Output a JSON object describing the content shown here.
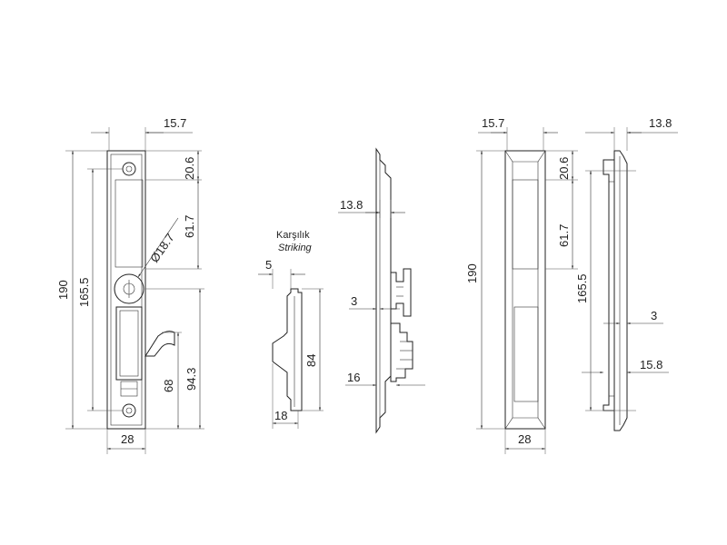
{
  "dimensions": {
    "front": {
      "top_width": "15.7",
      "total_height": "190",
      "hole_span": "165.5",
      "top_offset": "20.6",
      "slot_length": "61.7",
      "cylinder_diameter": "Ø18.7",
      "hook_height": "68",
      "hook_base": "94.3",
      "bottom_width": "28"
    },
    "striking": {
      "title": "Karşılık",
      "subtitle": "Striking",
      "depth": "5",
      "height": "84",
      "width": "18"
    },
    "side": {
      "top_depth": "13.8",
      "mid_depth": "3",
      "bottom_depth": "16"
    },
    "rear": {
      "top_width": "15.7",
      "total_height": "190",
      "top_offset": "20.6",
      "slot_length": "61.7",
      "bottom_width": "28"
    },
    "rear_side": {
      "top_depth": "13.8",
      "hole_span": "165.5",
      "mid_depth": "3",
      "lower_depth": "15.8"
    }
  }
}
